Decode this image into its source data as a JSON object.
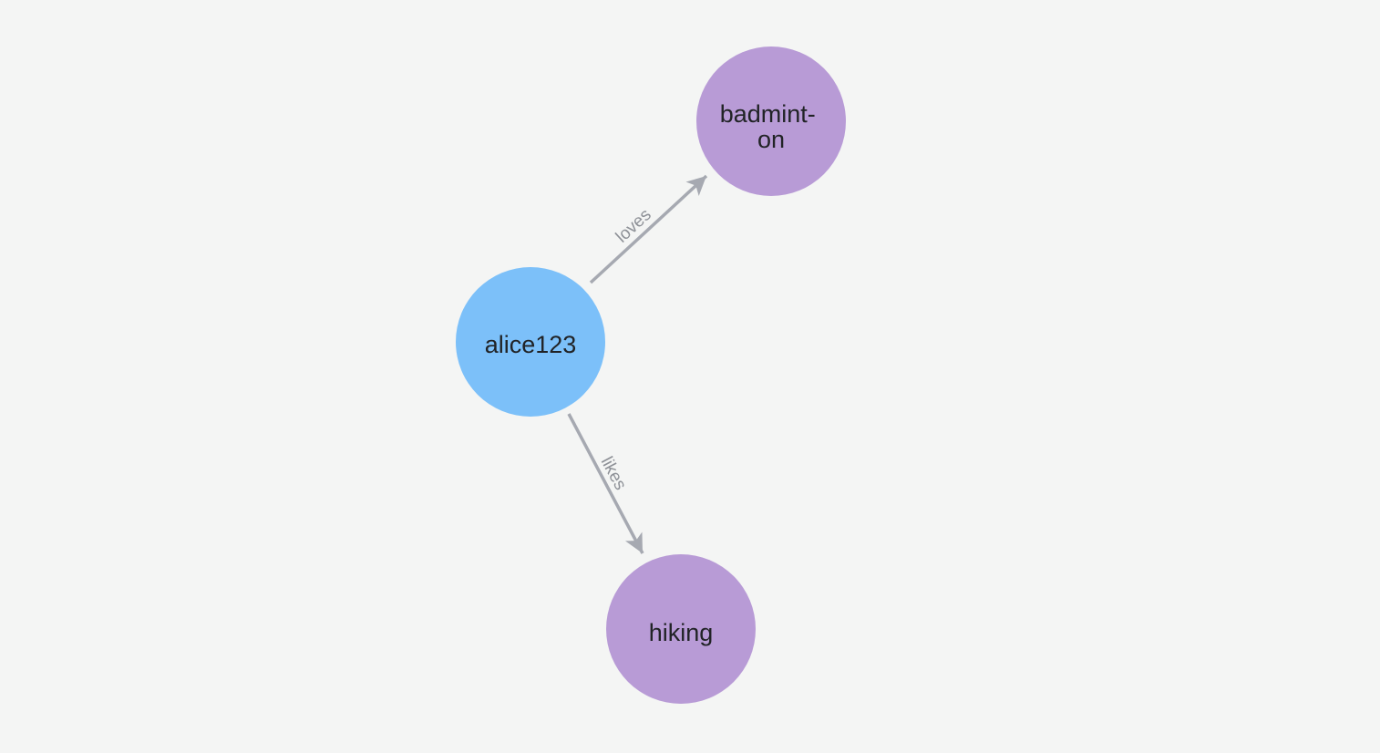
{
  "canvas": {
    "background": "#f4f5f4"
  },
  "colors": {
    "user_node": "#7cc0f9",
    "hobby_node": "#b89bd6",
    "edge": "#a6a9b1",
    "edge_label": "#8e9197",
    "node_label": "#212326"
  },
  "graph": {
    "nodes": [
      {
        "id": "alice123",
        "label": "alice123",
        "line1": "alice123",
        "color": "#7cc0f9"
      },
      {
        "id": "badminton",
        "label": "badminton",
        "line1": "badmint-",
        "line2": "on",
        "color": "#b89bd6"
      },
      {
        "id": "hiking",
        "label": "hiking",
        "line1": "hiking",
        "color": "#b89bd6"
      }
    ],
    "edges": [
      {
        "label": "loves",
        "source": "alice123",
        "target": "badminton"
      },
      {
        "label": "likes",
        "source": "alice123",
        "target": "hiking"
      }
    ]
  }
}
